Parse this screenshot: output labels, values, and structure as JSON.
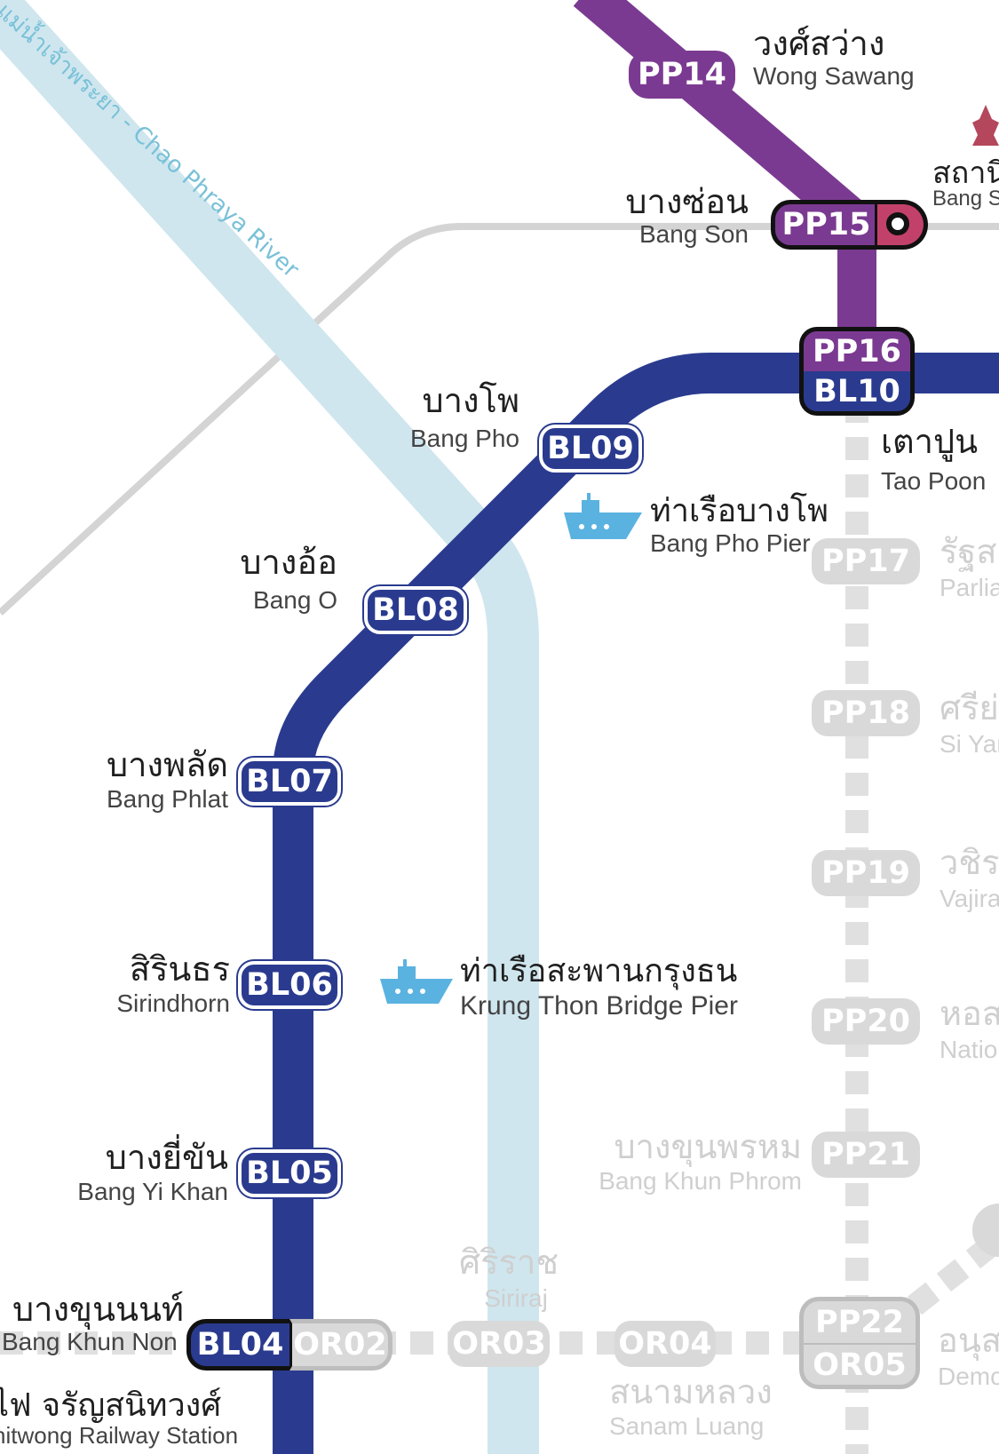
{
  "river": {
    "label": "แม่น้ำเจ้าพระยา - Chao Phraya River",
    "color": "#cfe6ee"
  },
  "colors": {
    "blue_line": "#2a3b8f",
    "purple_line": "#7b3a91",
    "grey_line": "#d4d4d4",
    "pier_icon": "#5ab2e0",
    "srt_pink": "#c2416a"
  },
  "stations": {
    "pp14": {
      "code": "PP14",
      "th": "วงศ์สว่าง",
      "en": "Wong Sawang"
    },
    "pp15": {
      "code": "PP15",
      "th": "บางซ่อน",
      "en": "Bang Son"
    },
    "pp15_right": {
      "th": "สถานี",
      "en": "Bang S"
    },
    "pp16": {
      "code": "PP16"
    },
    "bl10": {
      "code": "BL10",
      "th": "เตาปูน",
      "en": "Tao Poon"
    },
    "bl09": {
      "code": "BL09",
      "th": "บางโพ",
      "en": "Bang Pho"
    },
    "bl08": {
      "code": "BL08",
      "th": "บางอ้อ",
      "en": "Bang O"
    },
    "bl07": {
      "code": "BL07",
      "th": "บางพลัด",
      "en": "Bang Phlat"
    },
    "bl06": {
      "code": "BL06",
      "th": "สิรินธร",
      "en": "Sirindhorn"
    },
    "bl05": {
      "code": "BL05",
      "th": "บางยี่ขัน",
      "en": "Bang Yi Khan"
    },
    "bl04": {
      "code": "BL04",
      "th": "บางขุนนนท์",
      "en": "Bang Khun Non"
    },
    "or02": {
      "code": "OR02"
    },
    "or03": {
      "code": "OR03",
      "th": "ศิริราช",
      "en": "Siriraj"
    },
    "or04": {
      "code": "OR04",
      "th": "สนามหลวง",
      "en": "Sanam Luang"
    },
    "pp22": {
      "code": "PP22"
    },
    "or05": {
      "code": "OR05",
      "th": "อนุสา",
      "en": "Democ"
    },
    "pp17": {
      "code": "PP17",
      "th": "รัฐส",
      "en": "Parlia"
    },
    "pp18": {
      "code": "PP18",
      "th": "ศรีย่",
      "en": "Si Yan"
    },
    "pp19": {
      "code": "PP19",
      "th": "วชิร",
      "en": "Vajira"
    },
    "pp20": {
      "code": "PP20",
      "th": "หอส",
      "en": "Nation"
    },
    "pp21": {
      "code": "PP21",
      "th": "บางขุนพรหม",
      "en": "Bang Khun Phrom"
    }
  },
  "piers": {
    "bang_pho": {
      "th": "ท่าเรือบางโพ",
      "en": "Bang Pho Pier",
      "icon": "boat-icon"
    },
    "krung_thon": {
      "th": "ท่าเรือสะพานกรุงธน",
      "en": "Krung Thon Bridge Pier",
      "icon": "boat-icon"
    }
  },
  "railway": {
    "th": "ไฟ จรัญสนิทวงศ์",
    "en": "nitwong Railway Station"
  }
}
